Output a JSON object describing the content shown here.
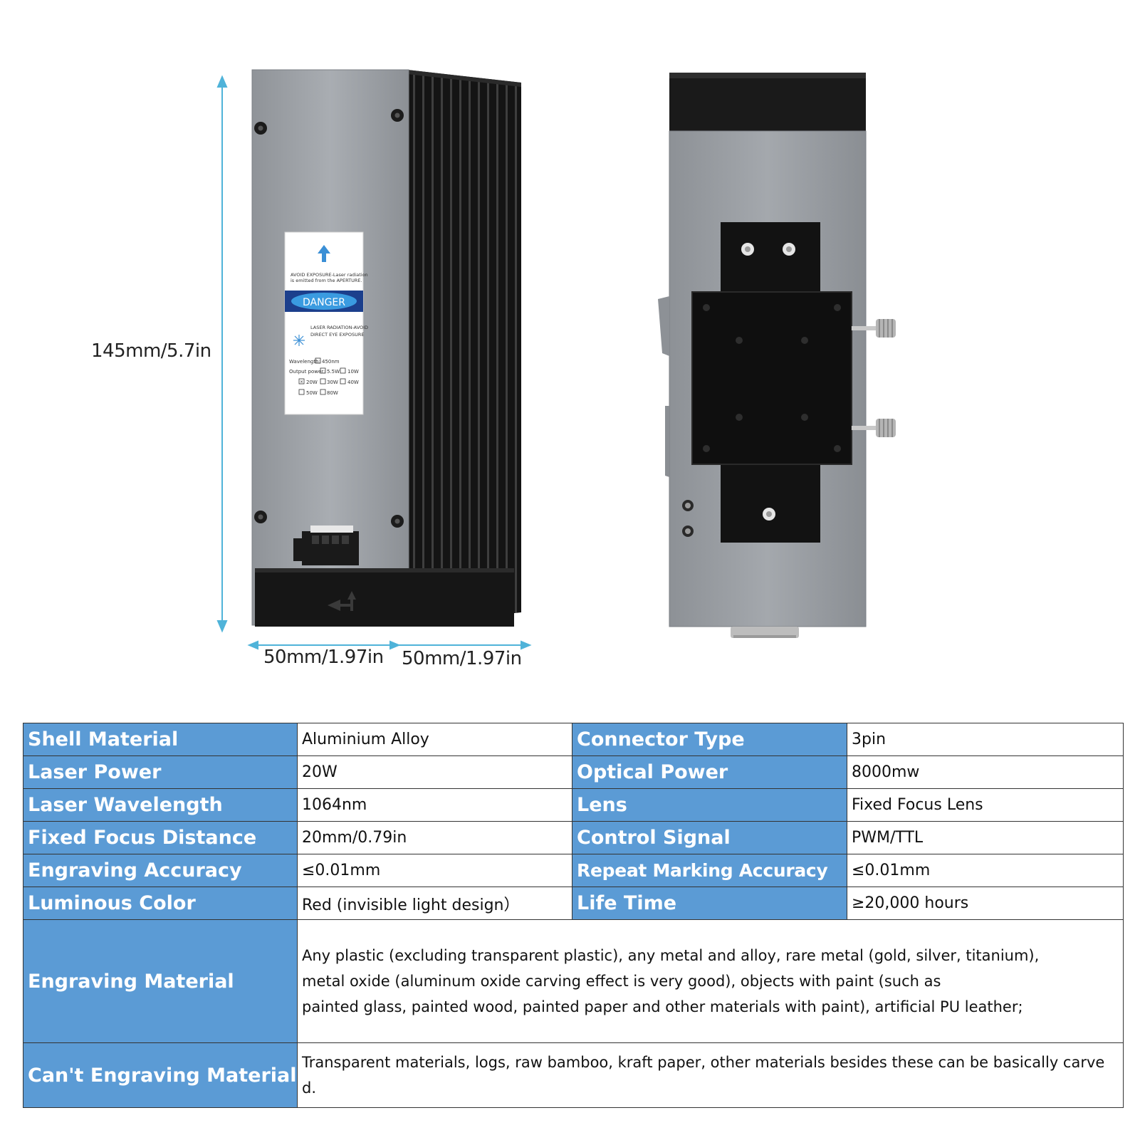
{
  "dimensions": {
    "height": "145mm/5.7in",
    "width_left": "50mm/1.97in",
    "width_right": "50mm/1.97in"
  },
  "label_sticker": {
    "avoid_text_1": "AVOID EXPOSURE-Laser radiation",
    "avoid_text_2": "is emitted from the APERTURE.",
    "danger": "DANGER",
    "radiation_1": "LASER RADIATION-AVOID",
    "radiation_2": "DIRECT EYE EXPOSURE",
    "wavelength_label": "Wavelength:",
    "wavelength_value": "450nm",
    "output_power_label": "Output power:",
    "power_options": [
      "5.5W",
      "10W",
      "20W",
      "30W",
      "40W",
      "50W",
      "80W"
    ]
  },
  "specs": [
    {
      "label": "Shell Material",
      "value": "Aluminium Alloy",
      "label2": "Connector Type",
      "value2": "3pin"
    },
    {
      "label": "Laser Power",
      "value": "20W",
      "label2": "Optical Power",
      "value2": "8000mw"
    },
    {
      "label": "Laser Wavelength",
      "value": "1064nm",
      "label2": "Lens",
      "value2": "Fixed Focus Lens"
    },
    {
      "label": "Fixed Focus Distance",
      "value": "20mm/0.79in",
      "label2": "Control Signal",
      "value2": "PWM/TTL"
    },
    {
      "label": "Engraving Accuracy",
      "value": "≤0.01mm",
      "label2": "Repeat Marking Accuracy",
      "value2": "≤0.01mm"
    },
    {
      "label": "Luminous Color",
      "value": "Red (invisible light design）",
      "label2": "Life Time",
      "value2": "≥20,000 hours"
    }
  ],
  "engraving_material": {
    "label": "Engraving Material",
    "value": "Any plastic (excluding transparent plastic), any metal and alloy, rare metal (gold, silver, titanium),\nmetal oxide (aluminum oxide carving effect is very good),  objects with paint  (such as\n painted glass, painted wood, painted paper and other materials with paint), artificial PU leather;"
  },
  "cant_engraving_material": {
    "label": "Can't Engraving Material",
    "value": "Transparent materials, logs, raw bamboo, kraft paper, other materials besides these can be basically carved."
  },
  "colors": {
    "header_blue": "#5b9bd5",
    "dimension_line": "#4fb3d9",
    "shell_gray": "#9a9ea3",
    "heatsink_black": "#1a1a1a"
  }
}
